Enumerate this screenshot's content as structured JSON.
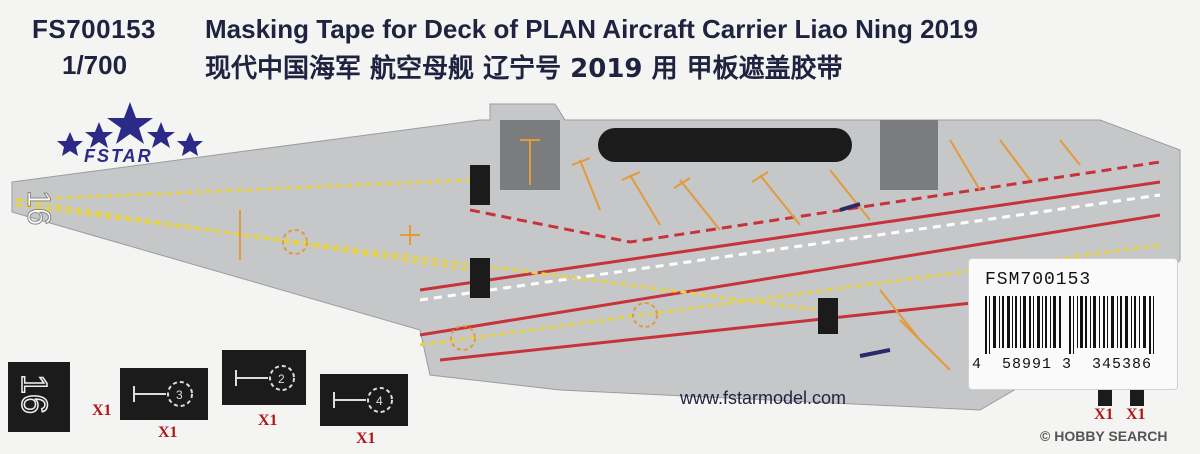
{
  "header": {
    "product_code": "FS700153",
    "scale": "1/700",
    "title_en": "Masking Tape for Deck of PLAN Aircraft Carrier Liao Ning 2019",
    "title_cn": "现代中国海军 航空母舰 辽宁号 2019 用 甲板遮盖胶带"
  },
  "logo": {
    "text": "FSTAR",
    "star_color": "#2b2a86"
  },
  "deck": {
    "hull_number": "16"
  },
  "swatches": {
    "multipliers": [
      "X1",
      "X1",
      "X1",
      "X1",
      "X1",
      "X1"
    ],
    "circle_numbers": [
      "3",
      "2",
      "4"
    ]
  },
  "website": "www.fstarmodel.com",
  "barcode": {
    "label": "FSM700153",
    "digits": "4  58991 3  345386"
  },
  "watermark": "© HOBBY SEARCH",
  "colors": {
    "deck": "#c5c7c9",
    "tape": "#1b1b1b",
    "red_line": "#c8323a",
    "yellow_line": "#e6d24a",
    "orange_marks": "#e39a3a",
    "text": "#1f2340"
  }
}
